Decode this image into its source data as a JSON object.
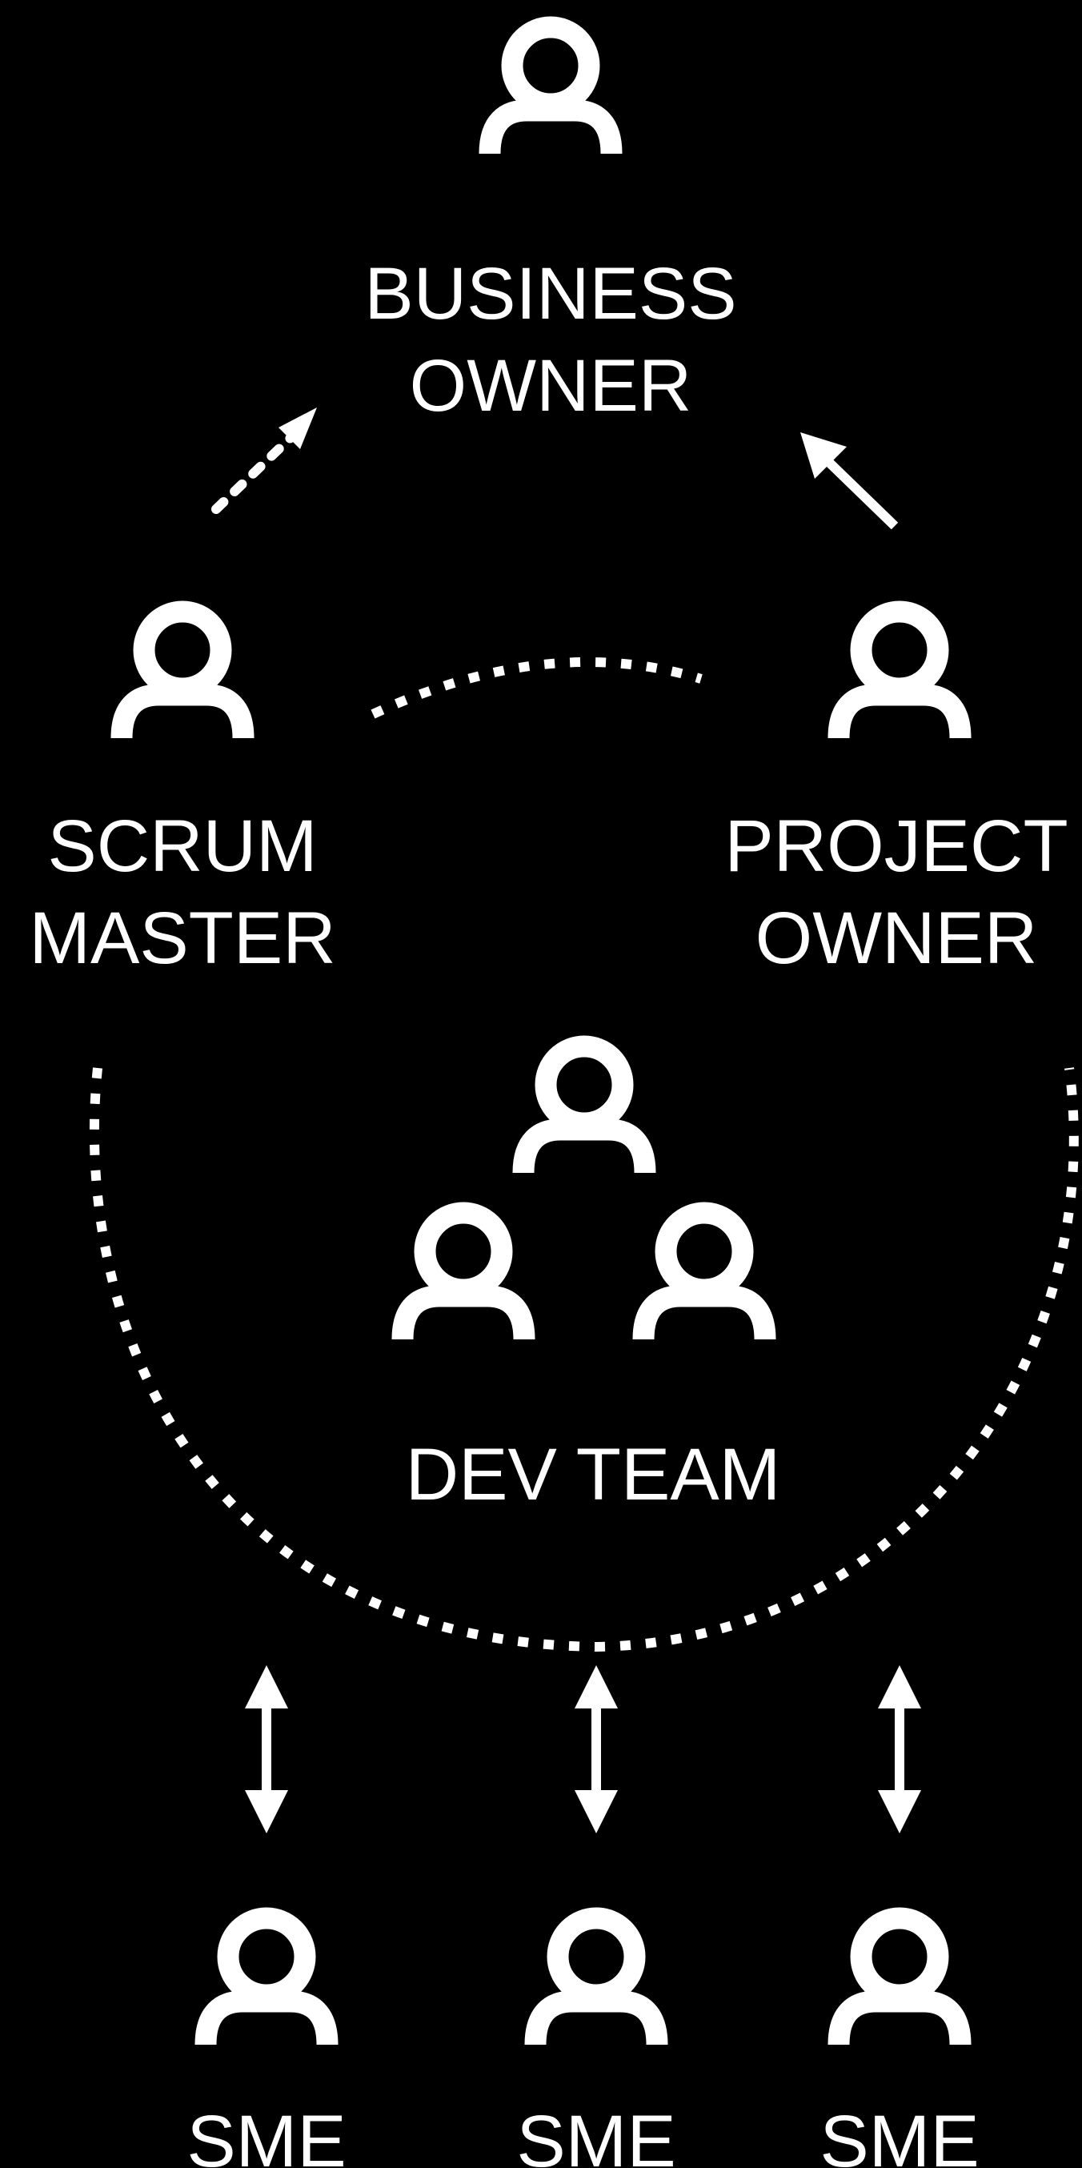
{
  "colors": {
    "background": "#000000",
    "foreground": "#ffffff"
  },
  "labels": {
    "business_owner": [
      "BUSINESS",
      "OWNER"
    ],
    "scrum_master": [
      "SCRUM",
      "MASTER"
    ],
    "project_owner": [
      "PROJECT",
      "OWNER"
    ],
    "dev_team": "DEV TEAM",
    "sme": [
      "SME",
      "SME",
      "SME"
    ]
  },
  "icons": {
    "person": "person-icon",
    "dotted_arrow": "dotted-arrow-icon",
    "solid_arrow": "arrow-icon",
    "double_arrow": "double-arrow-icon"
  }
}
